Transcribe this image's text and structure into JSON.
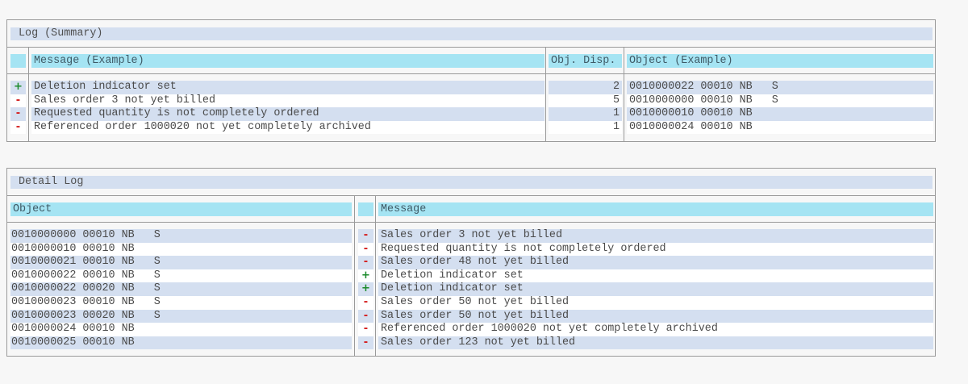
{
  "summary": {
    "title": "Log (Summary)",
    "columns": {
      "marker": "",
      "message": "Message (Example)",
      "obj_disp": "Obj. Disp.",
      "object": "Object (Example)"
    },
    "rows": [
      {
        "marker": "+",
        "message": "Deletion indicator set",
        "obj_disp": "2",
        "object": "0010000022 00010 NB   S"
      },
      {
        "marker": "-",
        "message": "Sales order 3 not yet billed",
        "obj_disp": "5",
        "object": "0010000000 00010 NB   S"
      },
      {
        "marker": "-",
        "message": "Requested quantity is not completely ordered",
        "obj_disp": "1",
        "object": "0010000010 00010 NB"
      },
      {
        "marker": "-",
        "message": "Referenced order 1000020 not yet completely archived",
        "obj_disp": "1",
        "object": "0010000024 00010 NB"
      }
    ]
  },
  "detail": {
    "title": "Detail Log",
    "columns": {
      "object": "Object",
      "marker": "",
      "message": "Message"
    },
    "rows": [
      {
        "object": "0010000000 00010 NB   S",
        "marker": "-",
        "message": "Sales order 3 not yet billed"
      },
      {
        "object": "0010000010 00010 NB",
        "marker": "-",
        "message": "Requested quantity is not completely ordered"
      },
      {
        "object": "0010000021 00010 NB   S",
        "marker": "-",
        "message": "Sales order 48 not yet billed"
      },
      {
        "object": "0010000022 00010 NB   S",
        "marker": "+",
        "message": "Deletion indicator set"
      },
      {
        "object": "0010000022 00020 NB   S",
        "marker": "+",
        "message": "Deletion indicator set"
      },
      {
        "object": "0010000023 00010 NB   S",
        "marker": "-",
        "message": "Sales order 50 not yet billed"
      },
      {
        "object": "0010000023 00020 NB   S",
        "marker": "-",
        "message": "Sales order 50 not yet billed"
      },
      {
        "object": "0010000024 00010 NB",
        "marker": "-",
        "message": "Referenced order 1000020 not yet completely archived"
      },
      {
        "object": "0010000025 00010 NB",
        "marker": "-",
        "message": "Sales order 123 not yet billed"
      }
    ]
  },
  "icons": {
    "plus": "success-plus-icon",
    "minus": "error-minus-icon"
  },
  "colors": {
    "background": "#f7f7f7",
    "title_band": "#d4dff0",
    "header_bar": "#a5e4f3",
    "row_alt": "#d4dff0",
    "row_plain": "#ffffff",
    "plus": "#1a8a2a",
    "minus": "#d42020",
    "border": "#9a9a9a"
  }
}
